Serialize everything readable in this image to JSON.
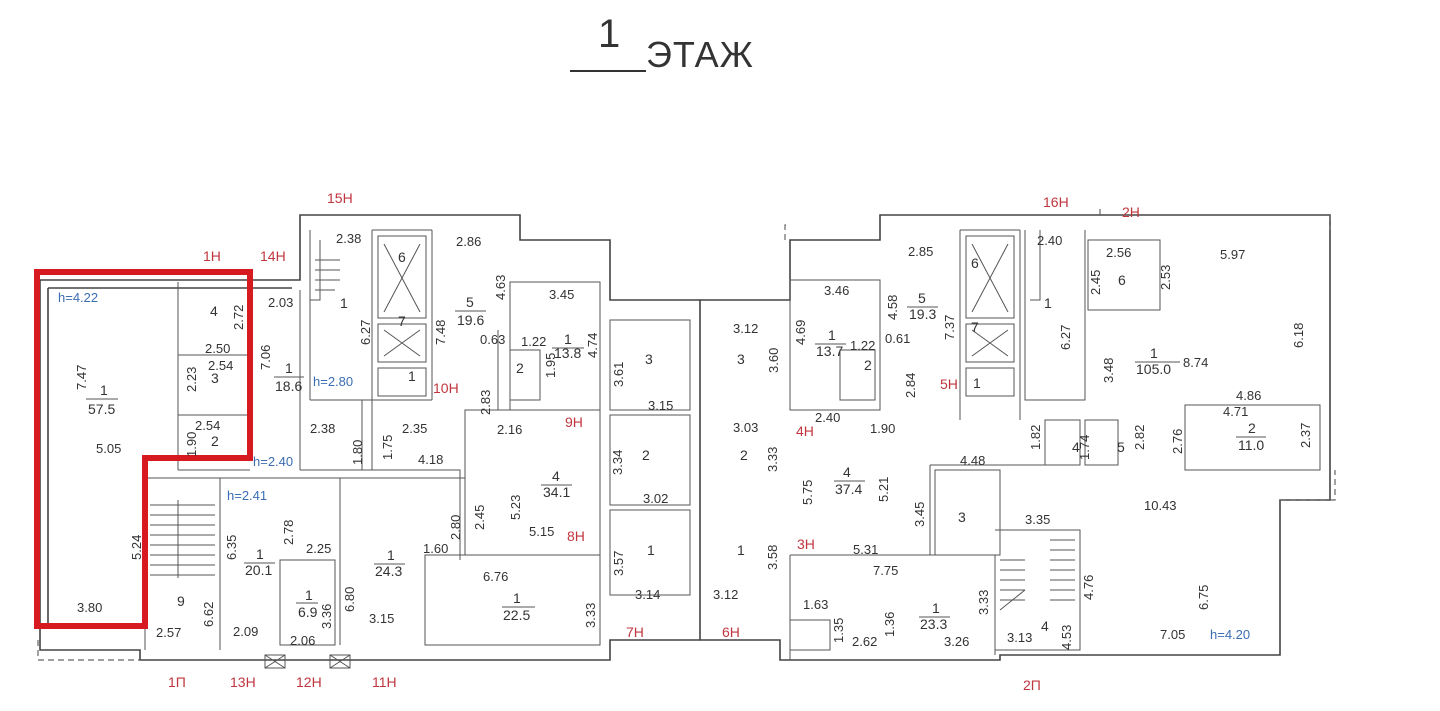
{
  "header": {
    "floor_number": "1",
    "floor_word": "ЭТАЖ"
  },
  "highlight": {
    "color": "#d71920"
  },
  "colors": {
    "entrance_labels": "#c0363e",
    "height_labels": "#3b6db3",
    "walls": "#444444"
  },
  "entrances": {
    "e1n": "1Н",
    "e2n": "2Н",
    "e3n": "3Н",
    "e4n": "4Н",
    "e5n": "5Н",
    "e6n": "6Н",
    "e7n": "7Н",
    "e8n": "8Н",
    "e9n": "9Н",
    "e10n": "10Н",
    "e11n": "11Н",
    "e12n": "12Н",
    "e13n": "13Н",
    "e14n": "14Н",
    "e15n": "15Н",
    "e16n": "16Н",
    "e1p": "1П",
    "e2p": "2П"
  },
  "heights": {
    "h1": "h=4.22",
    "h2": "h=2.40",
    "h3": "h=2.41",
    "h4": "h=2.80",
    "h5": "h=4.20"
  },
  "rooms": {
    "r_1_57": {
      "num": "1",
      "area": "57.5"
    },
    "r_4_small": {
      "num": "4"
    },
    "r_3_small": {
      "num": "3"
    },
    "r_2_small": {
      "num": "2"
    },
    "r_9": {
      "num": "9"
    },
    "r_1_18": {
      "num": "1",
      "area": "18.6"
    },
    "r_1_stair_left": {
      "num": "1"
    },
    "r_6_left": {
      "num": "6"
    },
    "r_7_left": {
      "num": "7"
    },
    "r_1_wc_left": {
      "num": "1"
    },
    "r_5_19_6": {
      "num": "5",
      "area": "19.6"
    },
    "r_1_13_8": {
      "num": "1",
      "area": "13.8"
    },
    "r_2_wc_a": {
      "num": "2"
    },
    "r_4_34": {
      "num": "4",
      "area": "34.1"
    },
    "r_1_22": {
      "num": "1",
      "area": "22.5"
    },
    "r_1_20": {
      "num": "1",
      "area": "20.1"
    },
    "r_1_6_9": {
      "num": "1",
      "area": "6.9"
    },
    "r_1_24": {
      "num": "1",
      "area": "24.3"
    },
    "c_l3": {
      "num": "3"
    },
    "c_l2": {
      "num": "2"
    },
    "c_l1": {
      "num": "1"
    },
    "c_r3": {
      "num": "3"
    },
    "c_r2": {
      "num": "2"
    },
    "c_r1": {
      "num": "1"
    },
    "r_1_13_7": {
      "num": "1",
      "area": "13.7"
    },
    "r_2_wc_b": {
      "num": "2"
    },
    "r_5_19_3": {
      "num": "5",
      "area": "19.3"
    },
    "r_6_right": {
      "num": "6"
    },
    "r_7_right": {
      "num": "7"
    },
    "r_1_wc_right": {
      "num": "1"
    },
    "r_1_stair_right": {
      "num": "1"
    },
    "r_4_37": {
      "num": "4",
      "area": "37.4"
    },
    "r_3_wc": {
      "num": "3"
    },
    "r_1_23": {
      "num": "1",
      "area": "23.3"
    },
    "r_4_stair": {
      "num": "4"
    },
    "r_6_small": {
      "num": "6"
    },
    "r_1_105": {
      "num": "1",
      "area": "105.0"
    },
    "r_2_11": {
      "num": "2",
      "area": "11.0"
    },
    "r_4_wc": {
      "num": "4"
    },
    "r_5_wc": {
      "num": "5"
    }
  },
  "dims": {
    "d1": "7.47",
    "d2": "5.05",
    "d3": "5.24",
    "d4": "3.80",
    "d5": "2.72",
    "d6": "2.50",
    "d7": "2.54",
    "d8": "2.23",
    "d9": "2.54",
    "d10": "1.90",
    "d11": "6.35",
    "d12": "2.57",
    "d13": "6.62",
    "d14": "7.06",
    "d15": "2.03",
    "d16": "2.38",
    "d17": "6.27",
    "d18": "7.48",
    "d19": "2.86",
    "d20": "4.63",
    "d21": "0.63",
    "d22": "2.83",
    "d23": "2.38",
    "d24": "1.80",
    "d25": "1.75",
    "d26": "2.35",
    "d27": "4.18",
    "d28": "3.45",
    "d29": "1.22",
    "d30": "1.95",
    "d31": "4.74",
    "d32": "2.16",
    "d33": "5.23",
    "d34": "5.15",
    "d35": "2.45",
    "d36": "2.80",
    "d37": "1.60",
    "d38": "6.76",
    "d39": "3.33",
    "d40": "2.78",
    "d41": "2.25",
    "d42": "2.09",
    "d43": "3.36",
    "d44": "2.06",
    "d45": "6.80",
    "d46": "3.15",
    "d47": "3.61",
    "d48": "3.15",
    "d49": "3.34",
    "d50": "3.02",
    "d51": "3.57",
    "d52": "3.14",
    "d53": "3.12",
    "d54": "3.60",
    "d55": "3.03",
    "d56": "3.33",
    "d57": "3.58",
    "d58": "3.12",
    "d59": "3.46",
    "d60": "4.69",
    "d61": "1.22",
    "d62": "2.40",
    "d63": "1.90",
    "d64": "4.58",
    "d65": "0.61",
    "d66": "2.84",
    "d67": "2.85",
    "d68": "7.37",
    "d69": "5.75",
    "d70": "5.21",
    "d71": "3.45",
    "d72": "4.48",
    "d73": "5.31",
    "d74": "7.75",
    "d75": "1.63",
    "d76": "1.35",
    "d77": "1.36",
    "d78": "2.62",
    "d79": "3.26",
    "d80": "3.33",
    "d81": "2.40",
    "d82": "6.27",
    "d83": "2.56",
    "d84": "2.45",
    "d85": "2.53",
    "d86": "5.97",
    "d87": "6.18",
    "d88": "3.48",
    "d89": "8.74",
    "d90": "4.86",
    "d91": "4.71",
    "d92": "2.76",
    "d93": "2.37",
    "d94": "1.82",
    "d95": "1.74",
    "d96": "2.82",
    "d97": "10.43",
    "d98": "3.35",
    "d99": "4.76",
    "d100": "6.75",
    "d101": "7.05",
    "d102": "3.13",
    "d103": "4.53"
  }
}
